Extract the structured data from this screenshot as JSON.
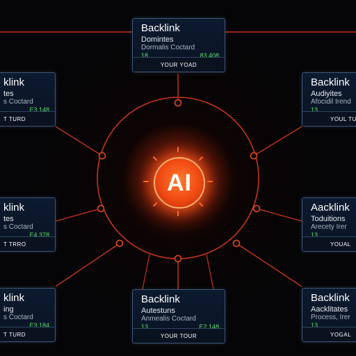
{
  "center": {
    "label": "AI"
  },
  "colors": {
    "wire": "#c8341a",
    "node": "#e04a20",
    "card_border": "#3d5878",
    "metric": "#5ee06a"
  },
  "cards": {
    "top": {
      "title": "Backlink",
      "subtitle": "Domintes",
      "desc": "Dormalis Coctard",
      "metric": "18",
      "value": "83,408",
      "footer": "YOUR YOAD"
    },
    "left_top": {
      "title": "klink",
      "subtitle": "tes",
      "desc": "s Coctard",
      "metric": "",
      "value": "E3,148",
      "footer": "T TURD"
    },
    "right_top": {
      "title": "Backlink",
      "subtitle": "Audiyites",
      "desc": "Afocidil Irend",
      "metric": "13",
      "value": "",
      "footer": "YOUL TUR"
    },
    "left_mid": {
      "title": "klink",
      "subtitle": "tes",
      "desc": "s Coctard",
      "metric": "",
      "value": "E4,378",
      "footer": "T TRRO"
    },
    "right_mid": {
      "title": "Aacklink",
      "subtitle": "Toduitions",
      "desc": "Arecety Irer",
      "metric": "13",
      "value": "",
      "footer": "YOUAL"
    },
    "left_bot": {
      "title": "klink",
      "subtitle": "ing",
      "desc": "s Coctard",
      "metric": "",
      "value": "E3,184",
      "footer": "T TURD"
    },
    "bottom": {
      "title": "Backlink",
      "subtitle": "Autestuns",
      "desc": "Anmealis Coctard",
      "metric": "13",
      "value": "E2,148",
      "footer": "YOUR TOUR"
    },
    "right_bot": {
      "title": "Backlink",
      "subtitle": "Aacklitates",
      "desc": "Process, Irer",
      "metric": "13",
      "value": "",
      "footer": "YOGAL"
    }
  }
}
